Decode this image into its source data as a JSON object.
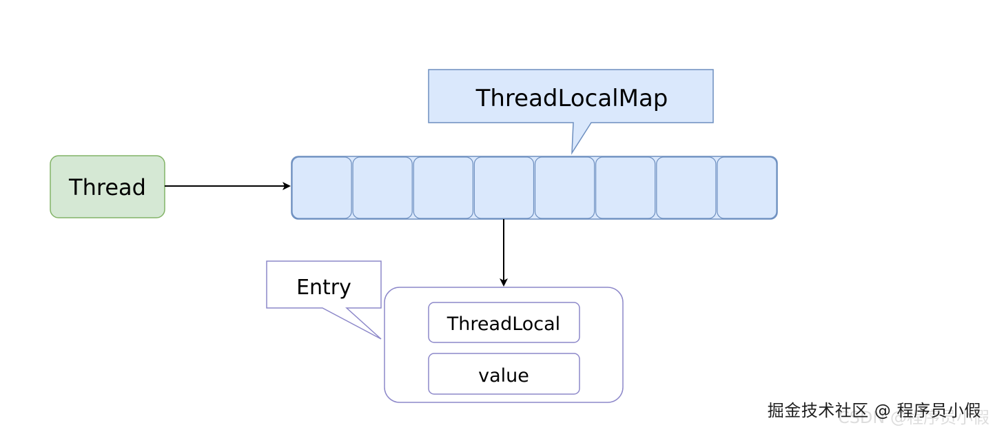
{
  "diagram": {
    "thread_label": "Thread",
    "map_label": "ThreadLocalMap",
    "entry_label": "Entry",
    "entry_fields": [
      "ThreadLocal",
      "value"
    ],
    "slot_count": 8,
    "colors": {
      "thread_fill": "#d5e8d4",
      "thread_stroke": "#82b366",
      "map_fill": "#dae8fc",
      "map_stroke": "#6c8ebf",
      "entry_stroke": "#8c87c9",
      "arrow": "#000000"
    }
  },
  "watermark": {
    "text": "掘金技术社区 @ 程序员小假",
    "ghost": "CSDN @程序员小假"
  }
}
